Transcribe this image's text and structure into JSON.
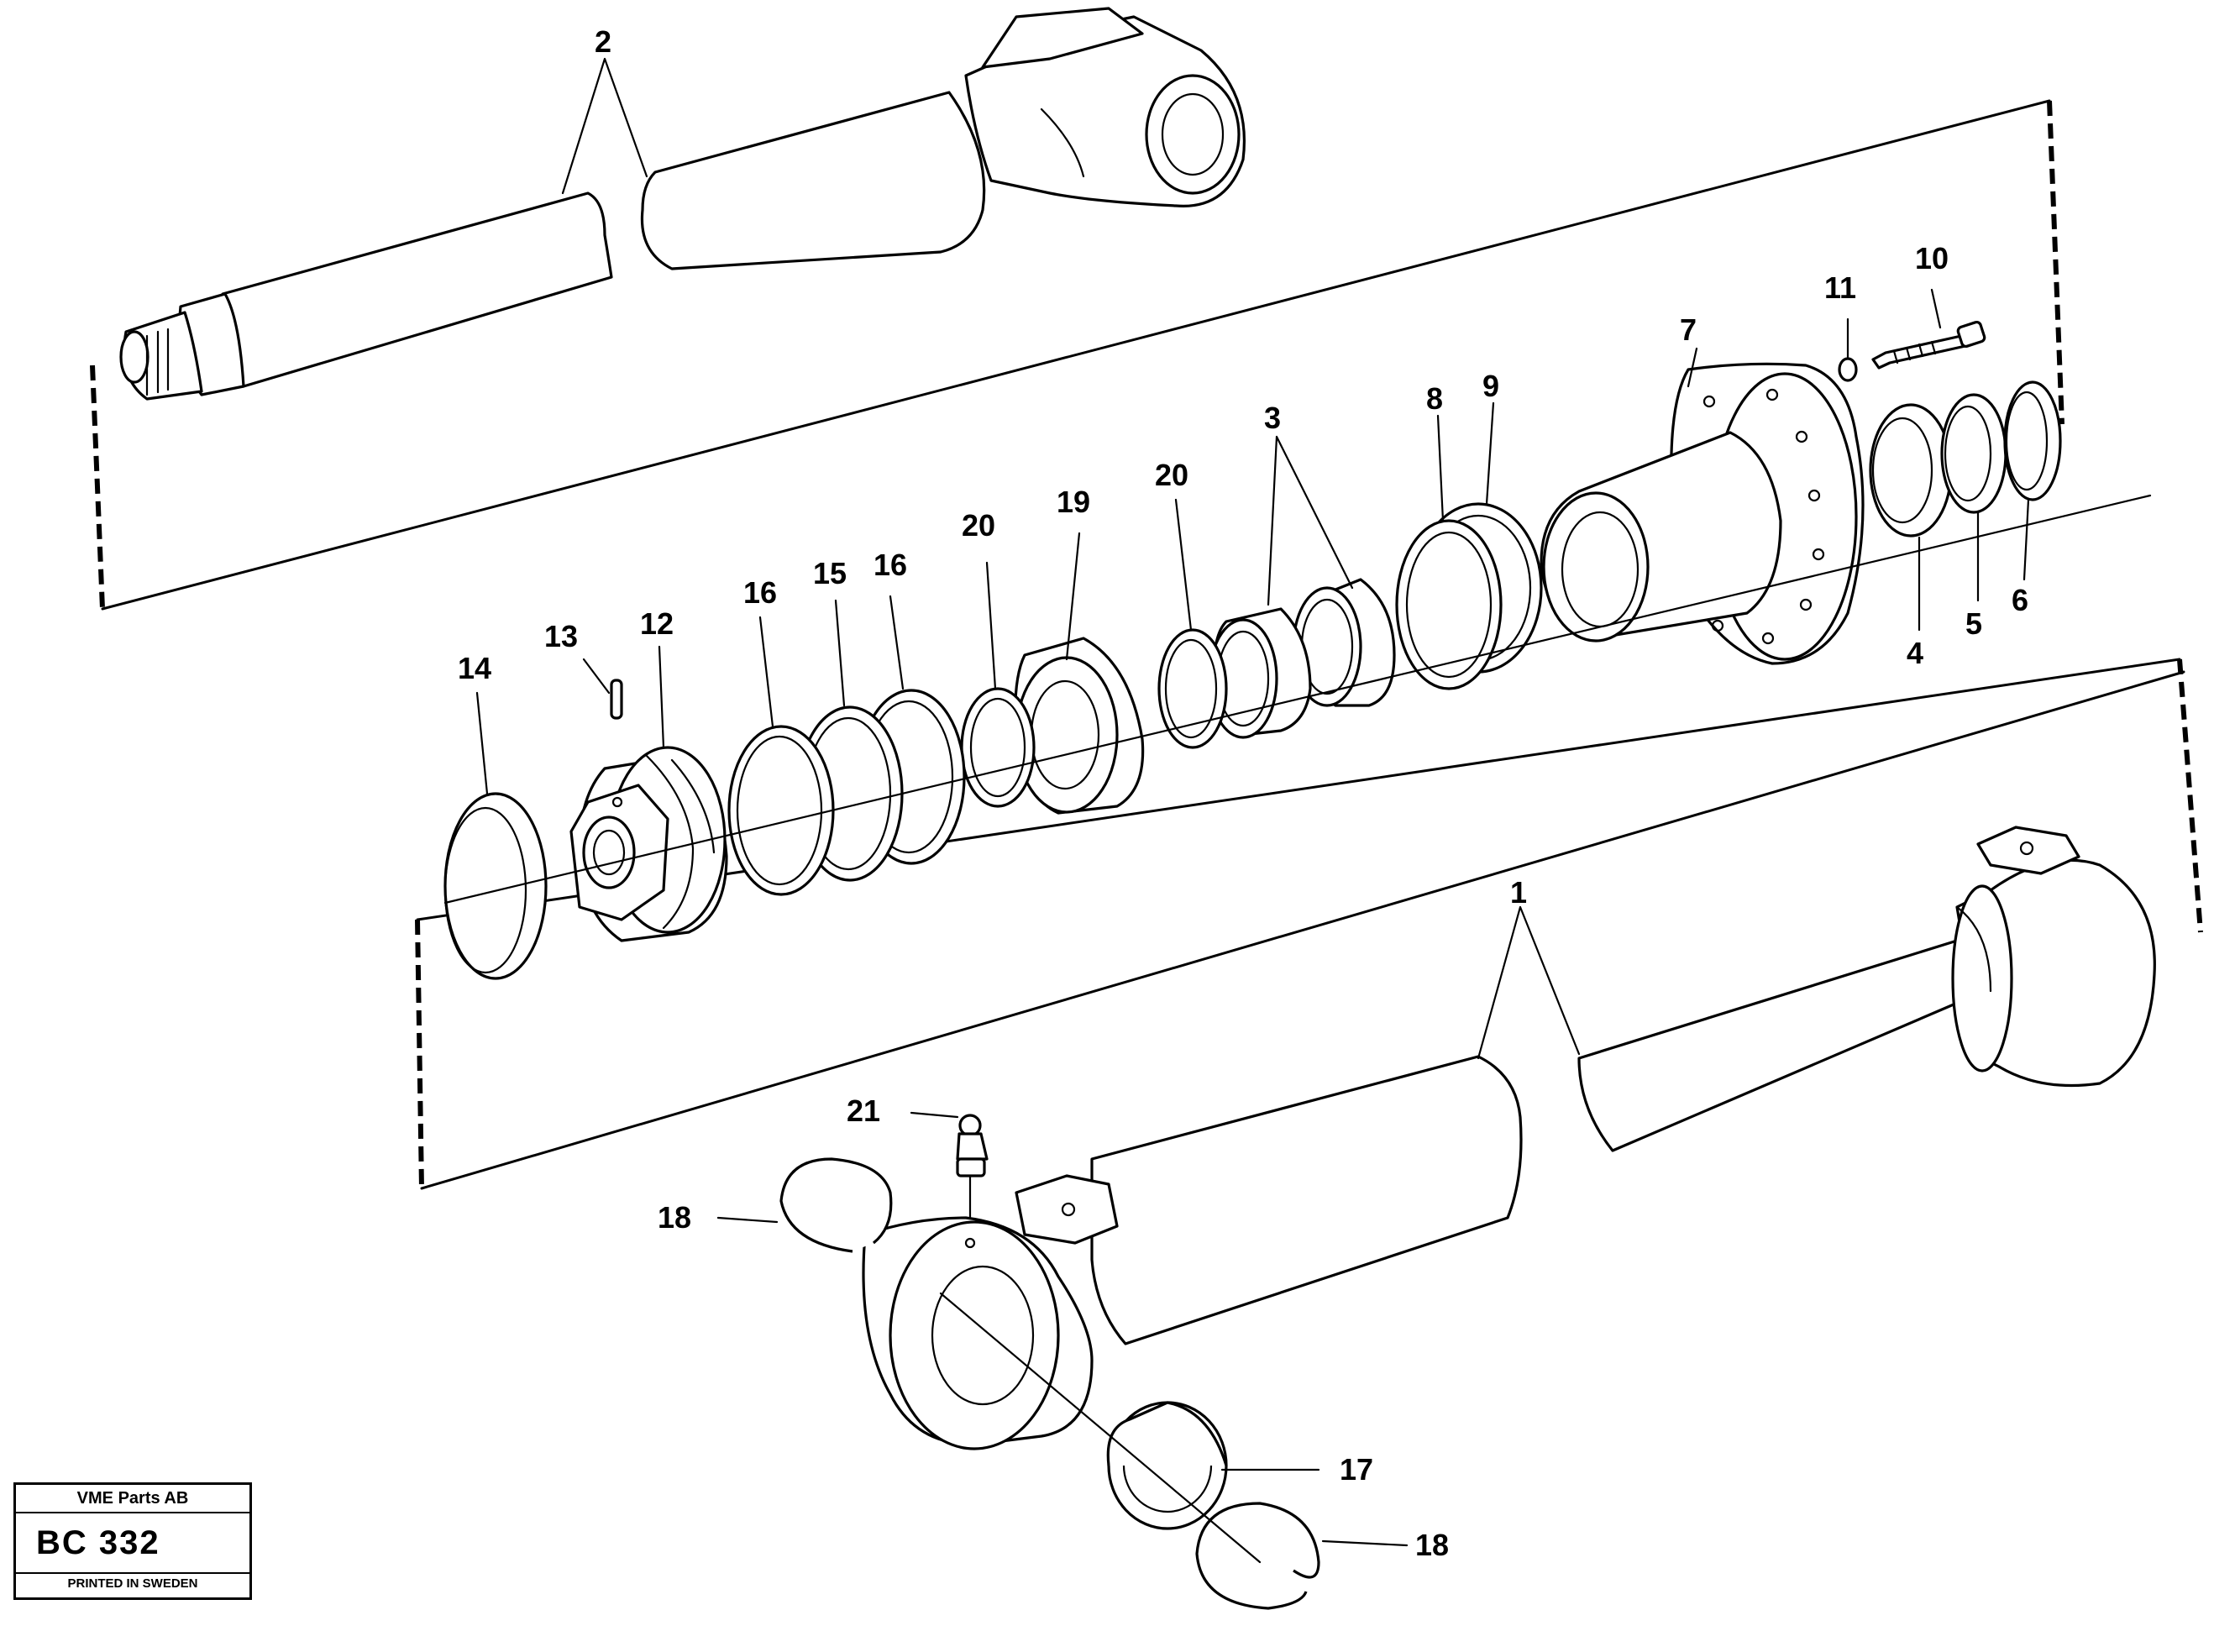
{
  "callouts": {
    "c1": "1",
    "c2": "2",
    "c3": "3",
    "c4": "4",
    "c5": "5",
    "c6": "6",
    "c7": "7",
    "c8": "8",
    "c9": "9",
    "c10": "10",
    "c11": "11",
    "c12": "12",
    "c13": "13",
    "c14": "14",
    "c15": "15",
    "c16a": "16",
    "c16b": "16",
    "c17": "17",
    "c18a": "18",
    "c18b": "18",
    "c19": "19",
    "c20a": "20",
    "c20b": "20",
    "c21": "21"
  },
  "title_block": {
    "maker": "VME Parts AB",
    "code": "BC 332",
    "printed": "PRINTED IN SWEDEN"
  }
}
